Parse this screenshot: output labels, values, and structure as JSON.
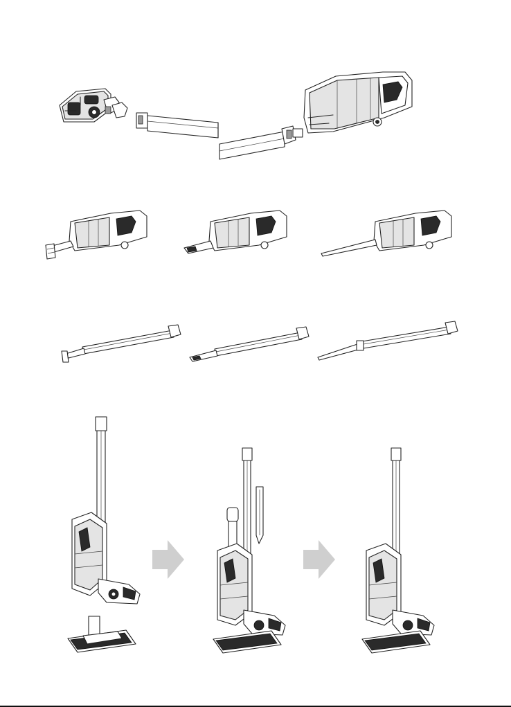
{
  "document": {
    "kind": "vacuum cleaner manual illustrations",
    "rows": [
      {
        "id": "row-1",
        "items": [
          "floor-brush",
          "extension-tube",
          "main-unit"
        ]
      },
      {
        "id": "row-2",
        "items": [
          "handheld-with-brush",
          "handheld-with-crevice",
          "handheld-with-long-crevice"
        ]
      },
      {
        "id": "row-3",
        "items": [
          "tube-with-brush",
          "tube-with-crevice",
          "tube-with-long-crevice"
        ]
      },
      {
        "id": "row-4",
        "items": [
          "upright-above-dock",
          "upright-docked-accessories",
          "upright-docked"
        ]
      }
    ],
    "arrow_color": "#cfcfcf",
    "line_color": "#222222"
  }
}
